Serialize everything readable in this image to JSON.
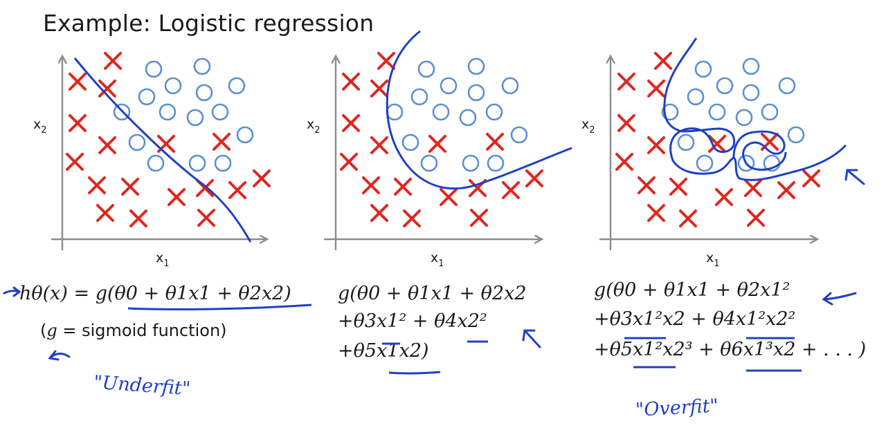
{
  "title": "Example: Logistic regression",
  "colors": {
    "cross": "#e0261f",
    "circle": "#5b8fd0",
    "boundary": "#1f3fc4",
    "axis": "#8c8c8c",
    "ink": "#1f3fc4"
  },
  "icons": {
    "cross": "cross-icon",
    "circle": "circle-icon",
    "arrow": "arrow-icon"
  },
  "panels": [
    {
      "name": "underfit",
      "x_label": "x",
      "x_sub": "1",
      "y_label": "x",
      "y_sub": "2",
      "equation_lines": [
        "hθ(x) = g(θ0 + θ1x1 + θ2x2)"
      ],
      "note_prefix": "(",
      "note_var": "g",
      "note_rest": " = sigmoid function)",
      "handwritten": "\"Underfit\""
    },
    {
      "name": "just-right",
      "x_label": "x",
      "x_sub": "1",
      "y_label": "x",
      "y_sub": "2",
      "equation_lines": [
        "g(θ0 + θ1x1 + θ2x2",
        "+θ3x1² + θ4x2²",
        "+θ5x1x2)"
      ]
    },
    {
      "name": "overfit",
      "x_label": "x",
      "x_sub": "1",
      "y_label": "x",
      "y_sub": "2",
      "equation_lines": [
        "g(θ0 + θ1x1 + θ2x1²",
        "+θ3x1²x2 + θ4x1²x2²",
        "+θ5x1²x2³ + θ6x1³x2 + . . . )"
      ],
      "handwritten": "\"Overfit\""
    }
  ]
}
